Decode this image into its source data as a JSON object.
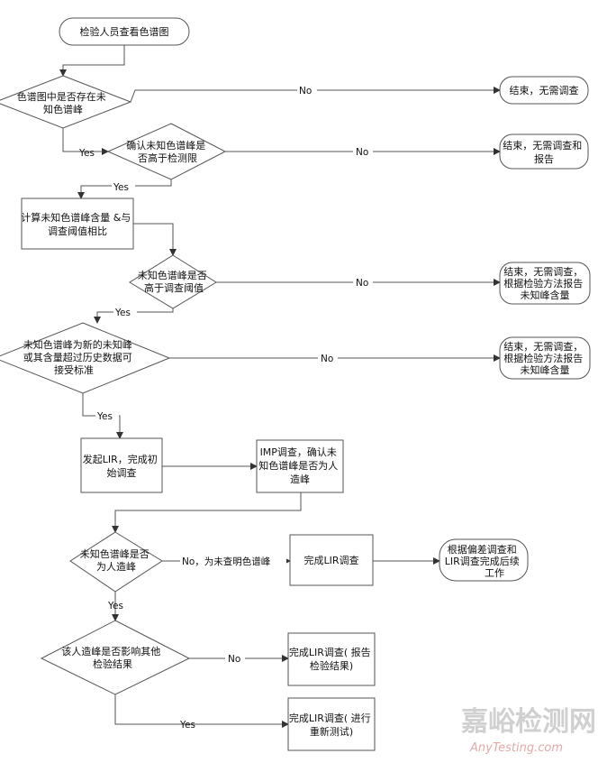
{
  "nodes": {
    "start": [
      "检验人员查看色谱图"
    ],
    "d1": [
      "色谱图中是否存在未",
      "知色谱峰"
    ],
    "end1": [
      "结束，无需调查"
    ],
    "d2": [
      "确认未知色谱峰是",
      "否高于检测限"
    ],
    "end2": [
      "结束，无需调查和",
      "报告"
    ],
    "p1": [
      "计算未知色谱峰含量 &与",
      "调查阈值相比"
    ],
    "d3": [
      "未知色谱峰是否",
      "高于调查阈值"
    ],
    "end3": [
      "结束，无需调查，",
      "根据检验方法报告",
      "未知峰含量"
    ],
    "d4": [
      "未知色谱峰为新的未知峰",
      "或其含量超过历史数据可",
      "接受标准"
    ],
    "end4": [
      "结束，无需调查，",
      "根据检验方法报告",
      "未知峰含量"
    ],
    "p2": [
      "发起LIR，完成初",
      "始调查"
    ],
    "p3": [
      "IMP调查，确认未",
      "知色谱峰是否为人",
      "造峰"
    ],
    "d5": [
      "未知色谱峰是否",
      "为人造峰"
    ],
    "p4": [
      "完成LIR调查"
    ],
    "end5": [
      "根据偏差调查和",
      "LIR调查完成后续",
      "工作"
    ],
    "d6": [
      "该人造峰是否影响其他",
      "检验结果"
    ],
    "p5": [
      "完成LIR调查( 报告",
      "检验结果)"
    ],
    "p6": [
      "完成LIR调查( 进行",
      "重新测试)"
    ]
  },
  "edges": {
    "no": "No",
    "yes": "Yes",
    "no_unknown": "No，为未查明色谱峰"
  },
  "watermark": {
    "line1": "嘉峪检测网",
    "line2": "AnyTesting.com"
  }
}
